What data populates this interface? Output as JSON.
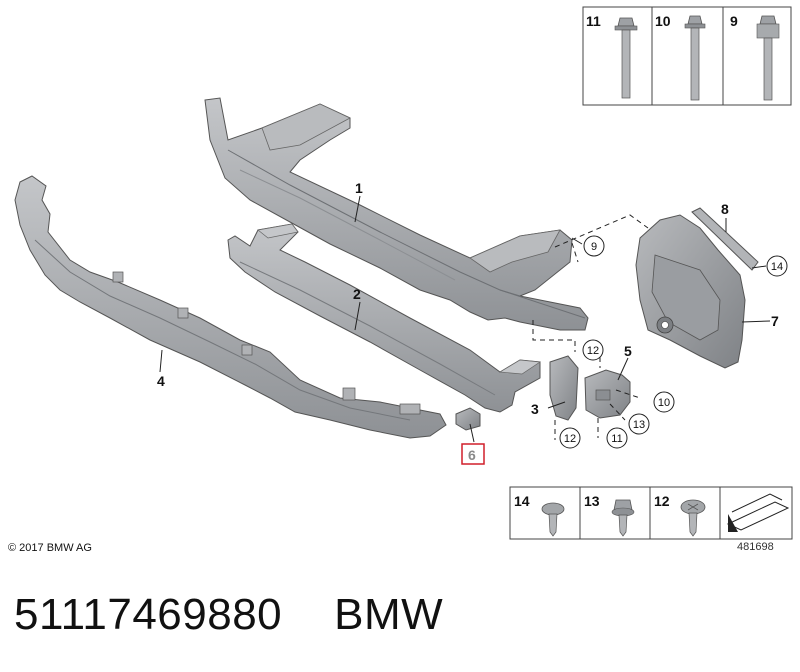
{
  "colors": {
    "part_fill": "#a9acaf",
    "part_dark": "#7c7f83",
    "part_light": "#c8cacc",
    "outline": "#555555",
    "highlight_box": "#d01f2a",
    "highlight_text": "#8a8a8a"
  },
  "callouts": {
    "c1": "1",
    "c2": "2",
    "c3": "3",
    "c4": "4",
    "c5": "5",
    "c6": "6",
    "c7": "7",
    "c8": "8"
  },
  "circled": {
    "c9": "9",
    "c10": "10",
    "c11": "11",
    "c12a": "12",
    "c12b": "12",
    "c13": "13",
    "c14": "14"
  },
  "fastener_box_top": {
    "items": [
      "11",
      "10",
      "9"
    ]
  },
  "fastener_box_bottom": {
    "items": [
      "14",
      "13",
      "12"
    ]
  },
  "footer": {
    "copyright": "© 2017 BMW AG",
    "diagram_id": "481698",
    "part_number": "51117469880",
    "brand": "BMW"
  }
}
